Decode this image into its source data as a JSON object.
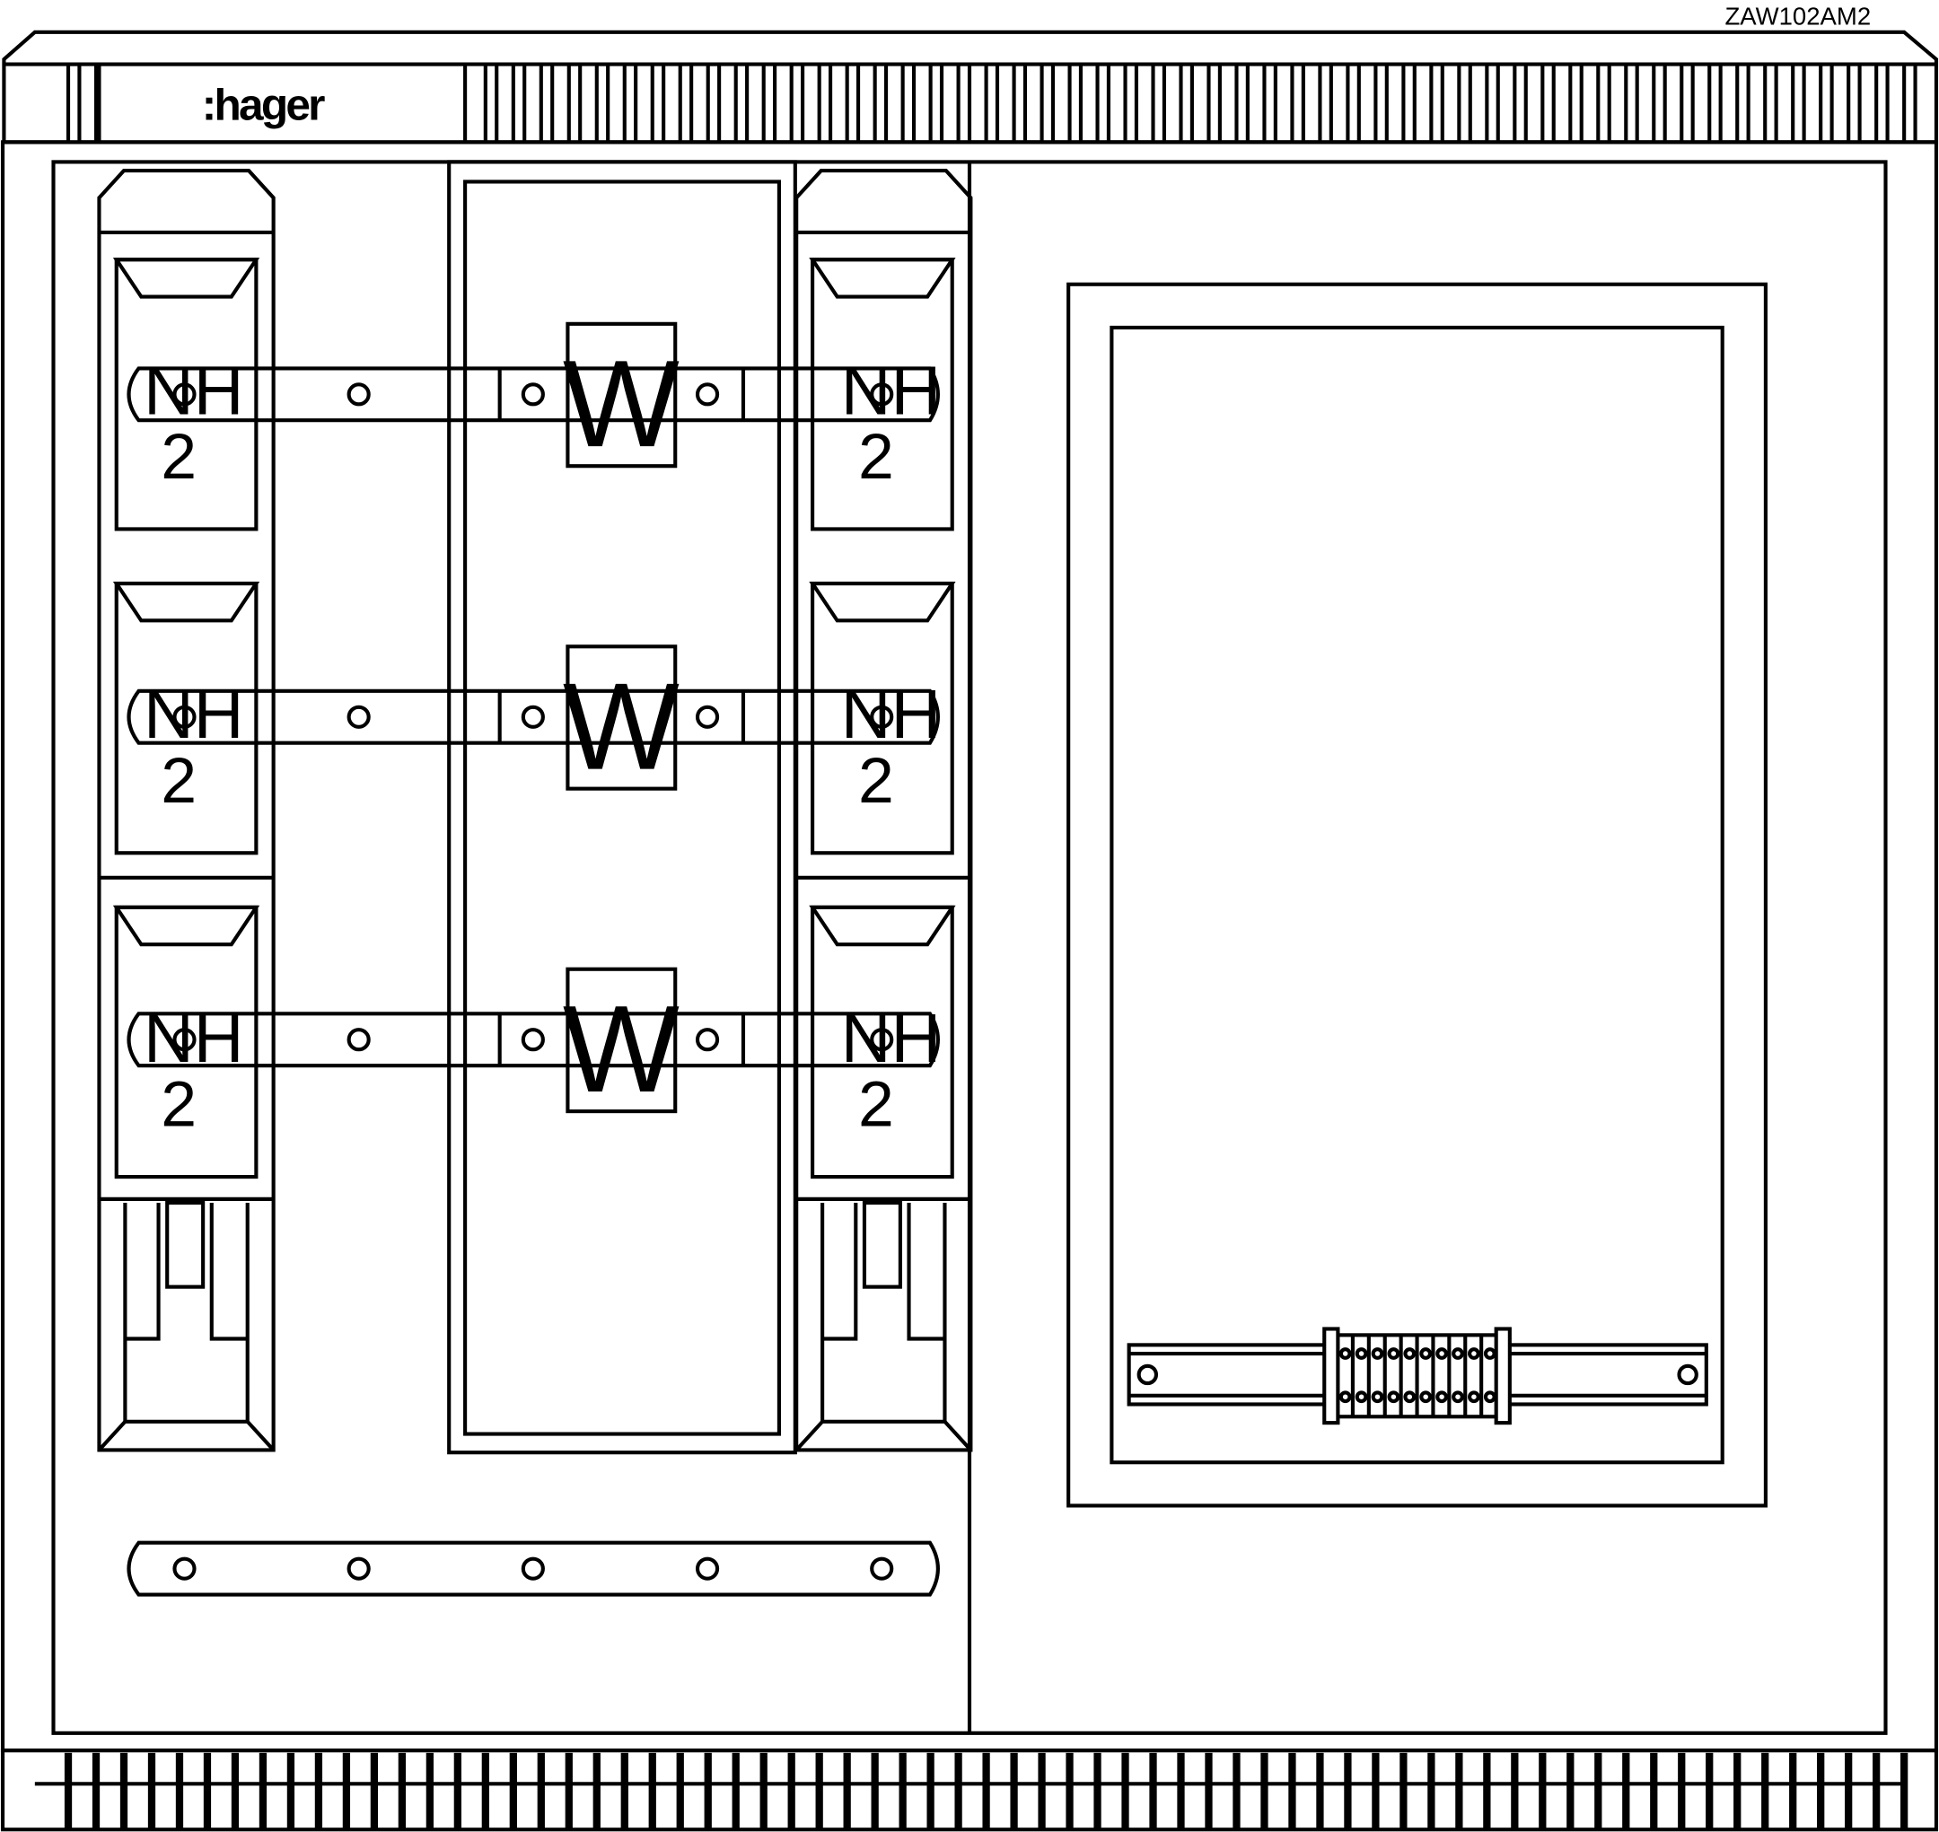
{
  "drawing": {
    "code": "ZAW102AM2",
    "brand": ":hager",
    "fuse_label": "NH",
    "fuse_size": "2",
    "switch_label": "W",
    "fuse_rows": 3,
    "bottom_busbar_holes": 5,
    "terminal_count": 10
  },
  "colors": {
    "line": "#000000",
    "background": "#ffffff"
  }
}
